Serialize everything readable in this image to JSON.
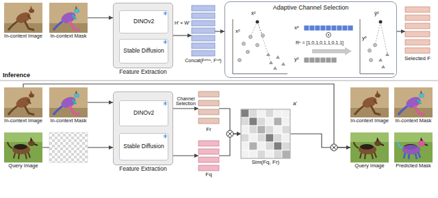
{
  "diagram": {
    "nodes": [
      {
        "text": [
          "In-context Image"
        ]
      },
      {
        "text": [
          "In-context Mask"
        ]
      },
      {
        "text": [
          "Feature Extraction"
        ]
      },
      {
        "text": [
          "DINOv2"
        ],
        "in": 2
      },
      {
        "text": [
          "Stable Diffusion"
        ],
        "in": 2
      },
      {
        "text": [
          "Concat(Fᵈⁱⁿᵒ, Fˢᵈ)"
        ]
      },
      {
        "text": [
          "Adaptive Channel Selection"
        ]
      },
      {
        "text": [
          "Selected F"
        ]
      },
      {
        "text": [
          "In-context Image"
        ]
      },
      {
        "text": [
          "In-context Mask"
        ]
      },
      {
        "text": [
          "Query Image"
        ]
      },
      {
        "text": [
          "Feature Extraction"
        ]
      },
      {
        "text": [
          "DINOv2"
        ],
        "in": 11
      },
      {
        "text": [
          "Stable Diffusion"
        ],
        "in": 11
      },
      {
        "text": [
          "Fr"
        ]
      },
      {
        "text": [
          "Fq"
        ]
      },
      {
        "text": [
          "Sim(Fq, Fr)"
        ]
      },
      {
        "text": [
          "In-context Image"
        ]
      },
      {
        "text": [
          "In-context Mask"
        ]
      },
      {
        "text": [
          "Query Image"
        ]
      },
      {
        "text": [
          "Predicted Mask"
        ]
      }
    ],
    "edges": [
      {
        "from": 1,
        "to": 2,
        "arrow": "to"
      },
      {
        "from": 2,
        "to": 5,
        "arrow": "to"
      },
      {
        "from": 5,
        "to": 6,
        "arrow": "to"
      },
      {
        "from": 6,
        "to": 7,
        "arrow": "to"
      },
      {
        "from": 9,
        "to": 11,
        "arrow": "to"
      },
      {
        "from": 10,
        "to": 11,
        "arrow": "to"
      },
      {
        "from": 11,
        "to": 14,
        "label": "Channel Selection",
        "arrow": "to"
      },
      {
        "from": 11,
        "to": 15,
        "arrow": "to"
      },
      {
        "from": 14,
        "to": 16,
        "arrow": "to"
      },
      {
        "from": 15,
        "to": 16,
        "arrow": "to"
      },
      {
        "from": 16,
        "to": 19,
        "arrow": "to"
      },
      {
        "from": 8,
        "to": 19,
        "arrow": "to"
      }
    ],
    "labels": [
      "H′ × W′",
      "x̄ᶜ",
      "xᶜ",
      "xᶜ",
      "Rᶜ = [1,0,1,0,1,1,0,1,1]",
      "yᶜ",
      "ȳᶜ",
      "yᶜ",
      "Inference",
      "aⁱ"
    ]
  }
}
